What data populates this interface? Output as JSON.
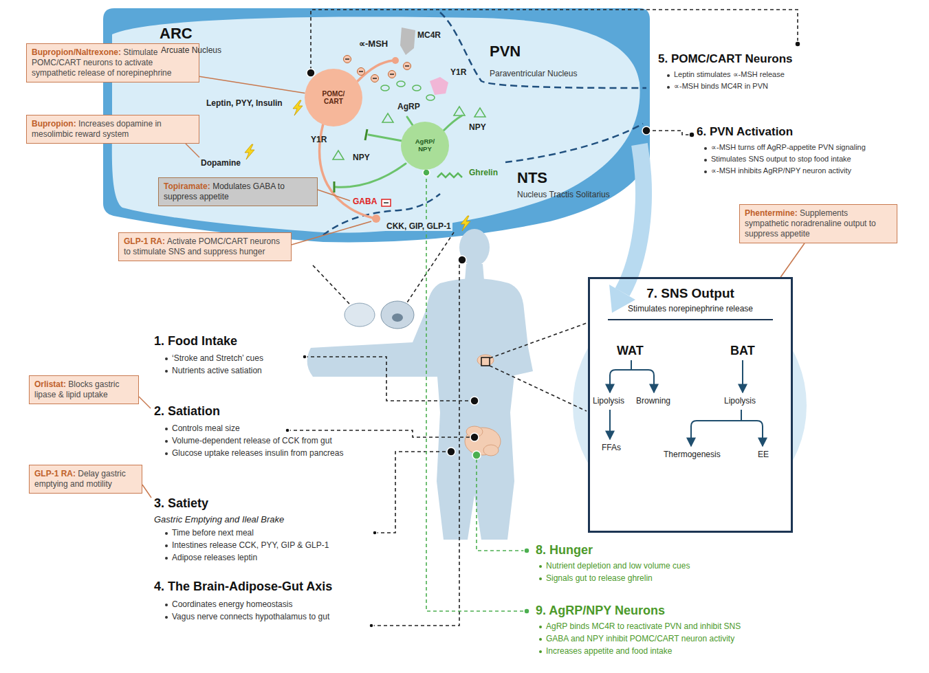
{
  "diagram": {
    "nodes": [
      {
        "text": [
          "Bupropion/Naltrexone:",
          "Stimulate POMC/CART neurons to activate sympathetic release of norepinephrine"
        ]
      },
      {
        "text": [
          "Bupropion:",
          "Increases dopamine in mesolimbic reward system"
        ]
      },
      {
        "text": [
          "Topiramate:",
          "Modulates GABA to suppress appetite"
        ]
      },
      {
        "text": [
          "GLP-1 RA:",
          "Activate POMC/CART neurons to stimulate SNS and suppress hunger"
        ]
      },
      {
        "text": [
          "POMC/ CART"
        ]
      },
      {
        "text": [
          "AgRP/ NPY"
        ]
      },
      {
        "text": [
          "Phentermine:",
          "Supplements sympathetic noradrenaline output to suppress appetite"
        ]
      },
      {
        "text": [
          "7. SNS Output",
          "Stimulates norepinephrine release"
        ]
      },
      {
        "text": [
          "Orlistat:",
          "Blocks gastric lipase & lipid uptake"
        ]
      },
      {
        "text": [
          "GLP-1 RA:",
          "Delay gastric emptying and motility"
        ]
      }
    ],
    "edges": [
      {
        "from": 0,
        "to": 4,
        "arrow": "none"
      },
      {
        "from": 6,
        "to": 7,
        "arrow": "none"
      }
    ],
    "labels": [
      "ARC",
      "Arcuate Nucleus",
      "∝-MSH",
      "MC4R",
      "PVN",
      "Paraventricular Nucleus",
      "Y1R",
      "AgRP",
      "NPY",
      "Leptin, PYY, Insulin",
      "Y1R",
      "NPY",
      "Ghrelin",
      "Dopamine",
      "GABA",
      "NTS",
      "Nucleus Tractis Solitarius",
      "CKK, GIP, GLP-1",
      "5. POMC/CART Neurons",
      "Leptin stimulates ∝-MSH release",
      "∝-MSH binds MC4R in PVN",
      "6. PVN Activation",
      "∝-MSH turns off AgRP-appetite PVN signaling",
      "Stimulates SNS output to stop food intake",
      "∝-MSH inhibits AgRP/NPY neuron activity",
      "WAT",
      "BAT",
      "Lipolysis",
      "Browning",
      "FFAs",
      "Lipolysis",
      "Thermogenesis",
      "EE",
      "1. Food Intake",
      "‘Stroke and Stretch’ cues",
      "Nutrients active satiation",
      "2. Satiation",
      "Controls meal size",
      "Volume-dependent release of CCK from gut",
      "Glucose uptake releases insulin from pancreas",
      "3. Satiety",
      "Gastric Emptying and Ileal Brake",
      "Time before next meal",
      "Intestines release CCK, PYY, GIP & GLP-1",
      "Adipose releases leptin",
      "4. The Brain-Adipose-Gut Axis",
      "Coordinates energy homeostasis",
      "Vagus nerve connects hypothalamus to gut",
      "8. Hunger",
      "Nutrient depletion and low volume cues",
      "Signals gut to release ghrelin",
      "9. AgRP/NPY Neurons",
      "AgRP binds MC4R to reactivate PVN and inhibit SNS",
      "GABA and NPY inhibit POMC/CART neuron activity",
      "Increases appetite and food intake"
    ]
  }
}
